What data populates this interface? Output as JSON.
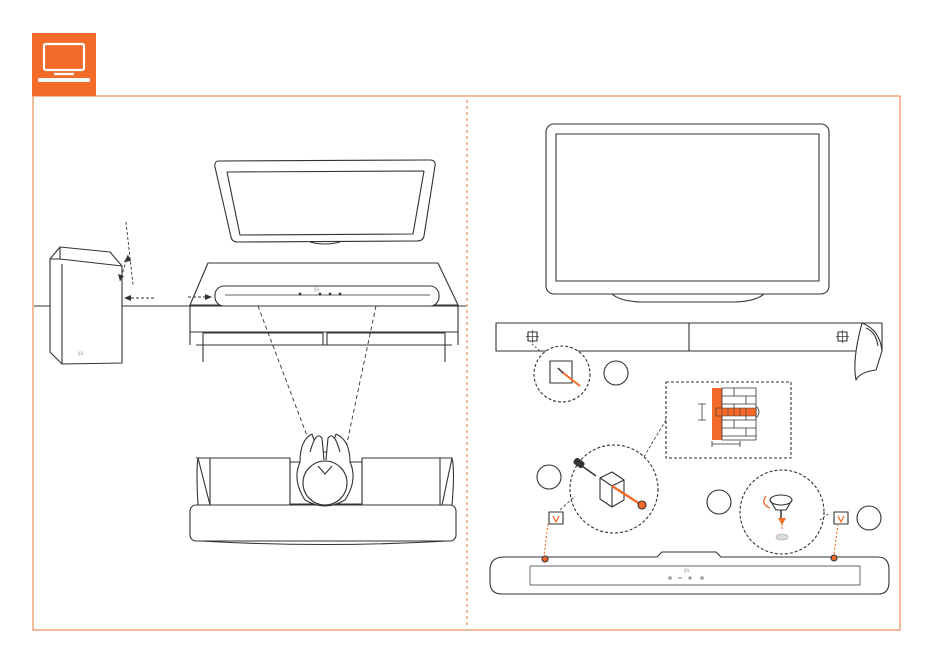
{
  "header": {
    "icon": "tv-icon",
    "accent_color": "#F26B2A"
  },
  "colors": {
    "accent": "#F26B2A",
    "line": "#333333",
    "frame": "#E8763A"
  },
  "left_panel": {
    "subwoofer_logo": "JBL",
    "soundbar_logo": "JBL"
  },
  "right_panel": {
    "soundbar_logo": "JBL",
    "step_circles": [
      "",
      "",
      "",
      ""
    ]
  }
}
